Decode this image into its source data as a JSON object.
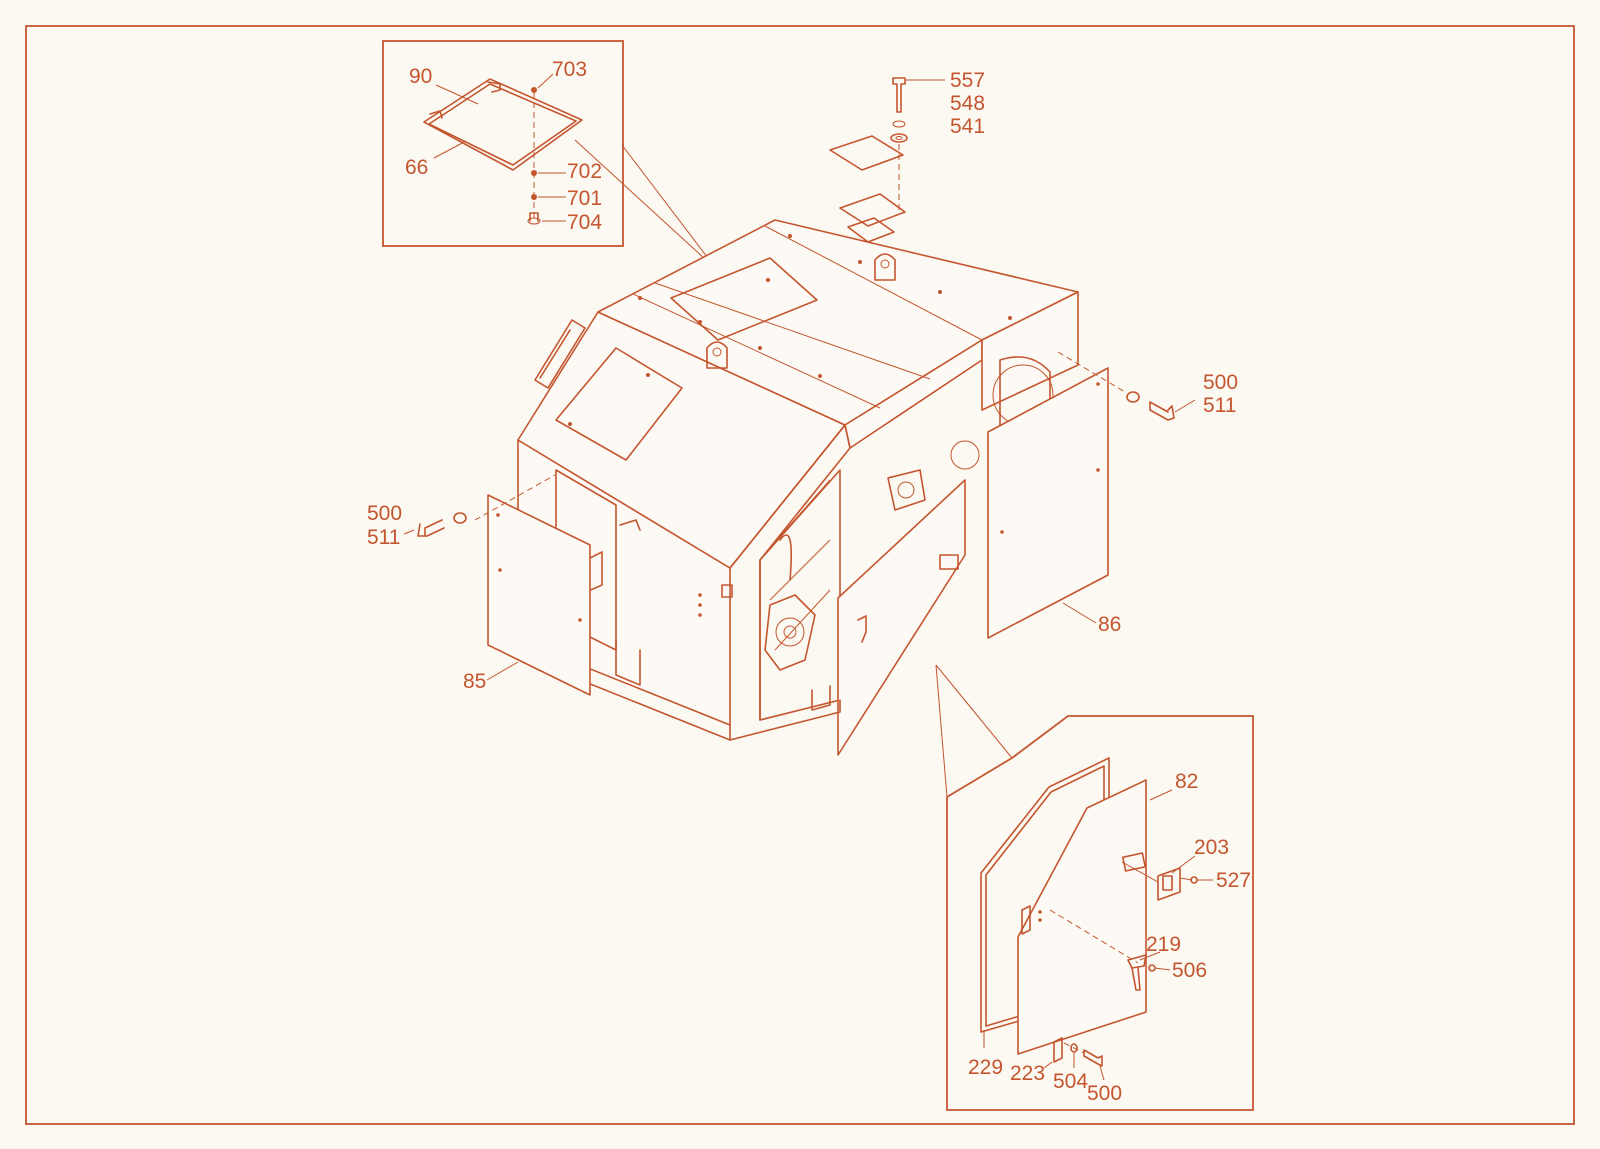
{
  "labels": {
    "l90": "90",
    "l703": "703",
    "l66": "66",
    "l702": "702",
    "l701": "701",
    "l704": "704",
    "l557": "557",
    "l548": "548",
    "l541": "541",
    "l500a": "500",
    "l511a": "511",
    "l500b": "500",
    "l511b": "511",
    "l86": "86",
    "l85": "85",
    "l82": "82",
    "l203": "203",
    "l527": "527",
    "l219": "219",
    "l506": "506",
    "l229": "229",
    "l223": "223",
    "l504": "504",
    "l500c": "500"
  },
  "colors": {
    "line": "#c4562f",
    "background": "#fcf8f2"
  }
}
